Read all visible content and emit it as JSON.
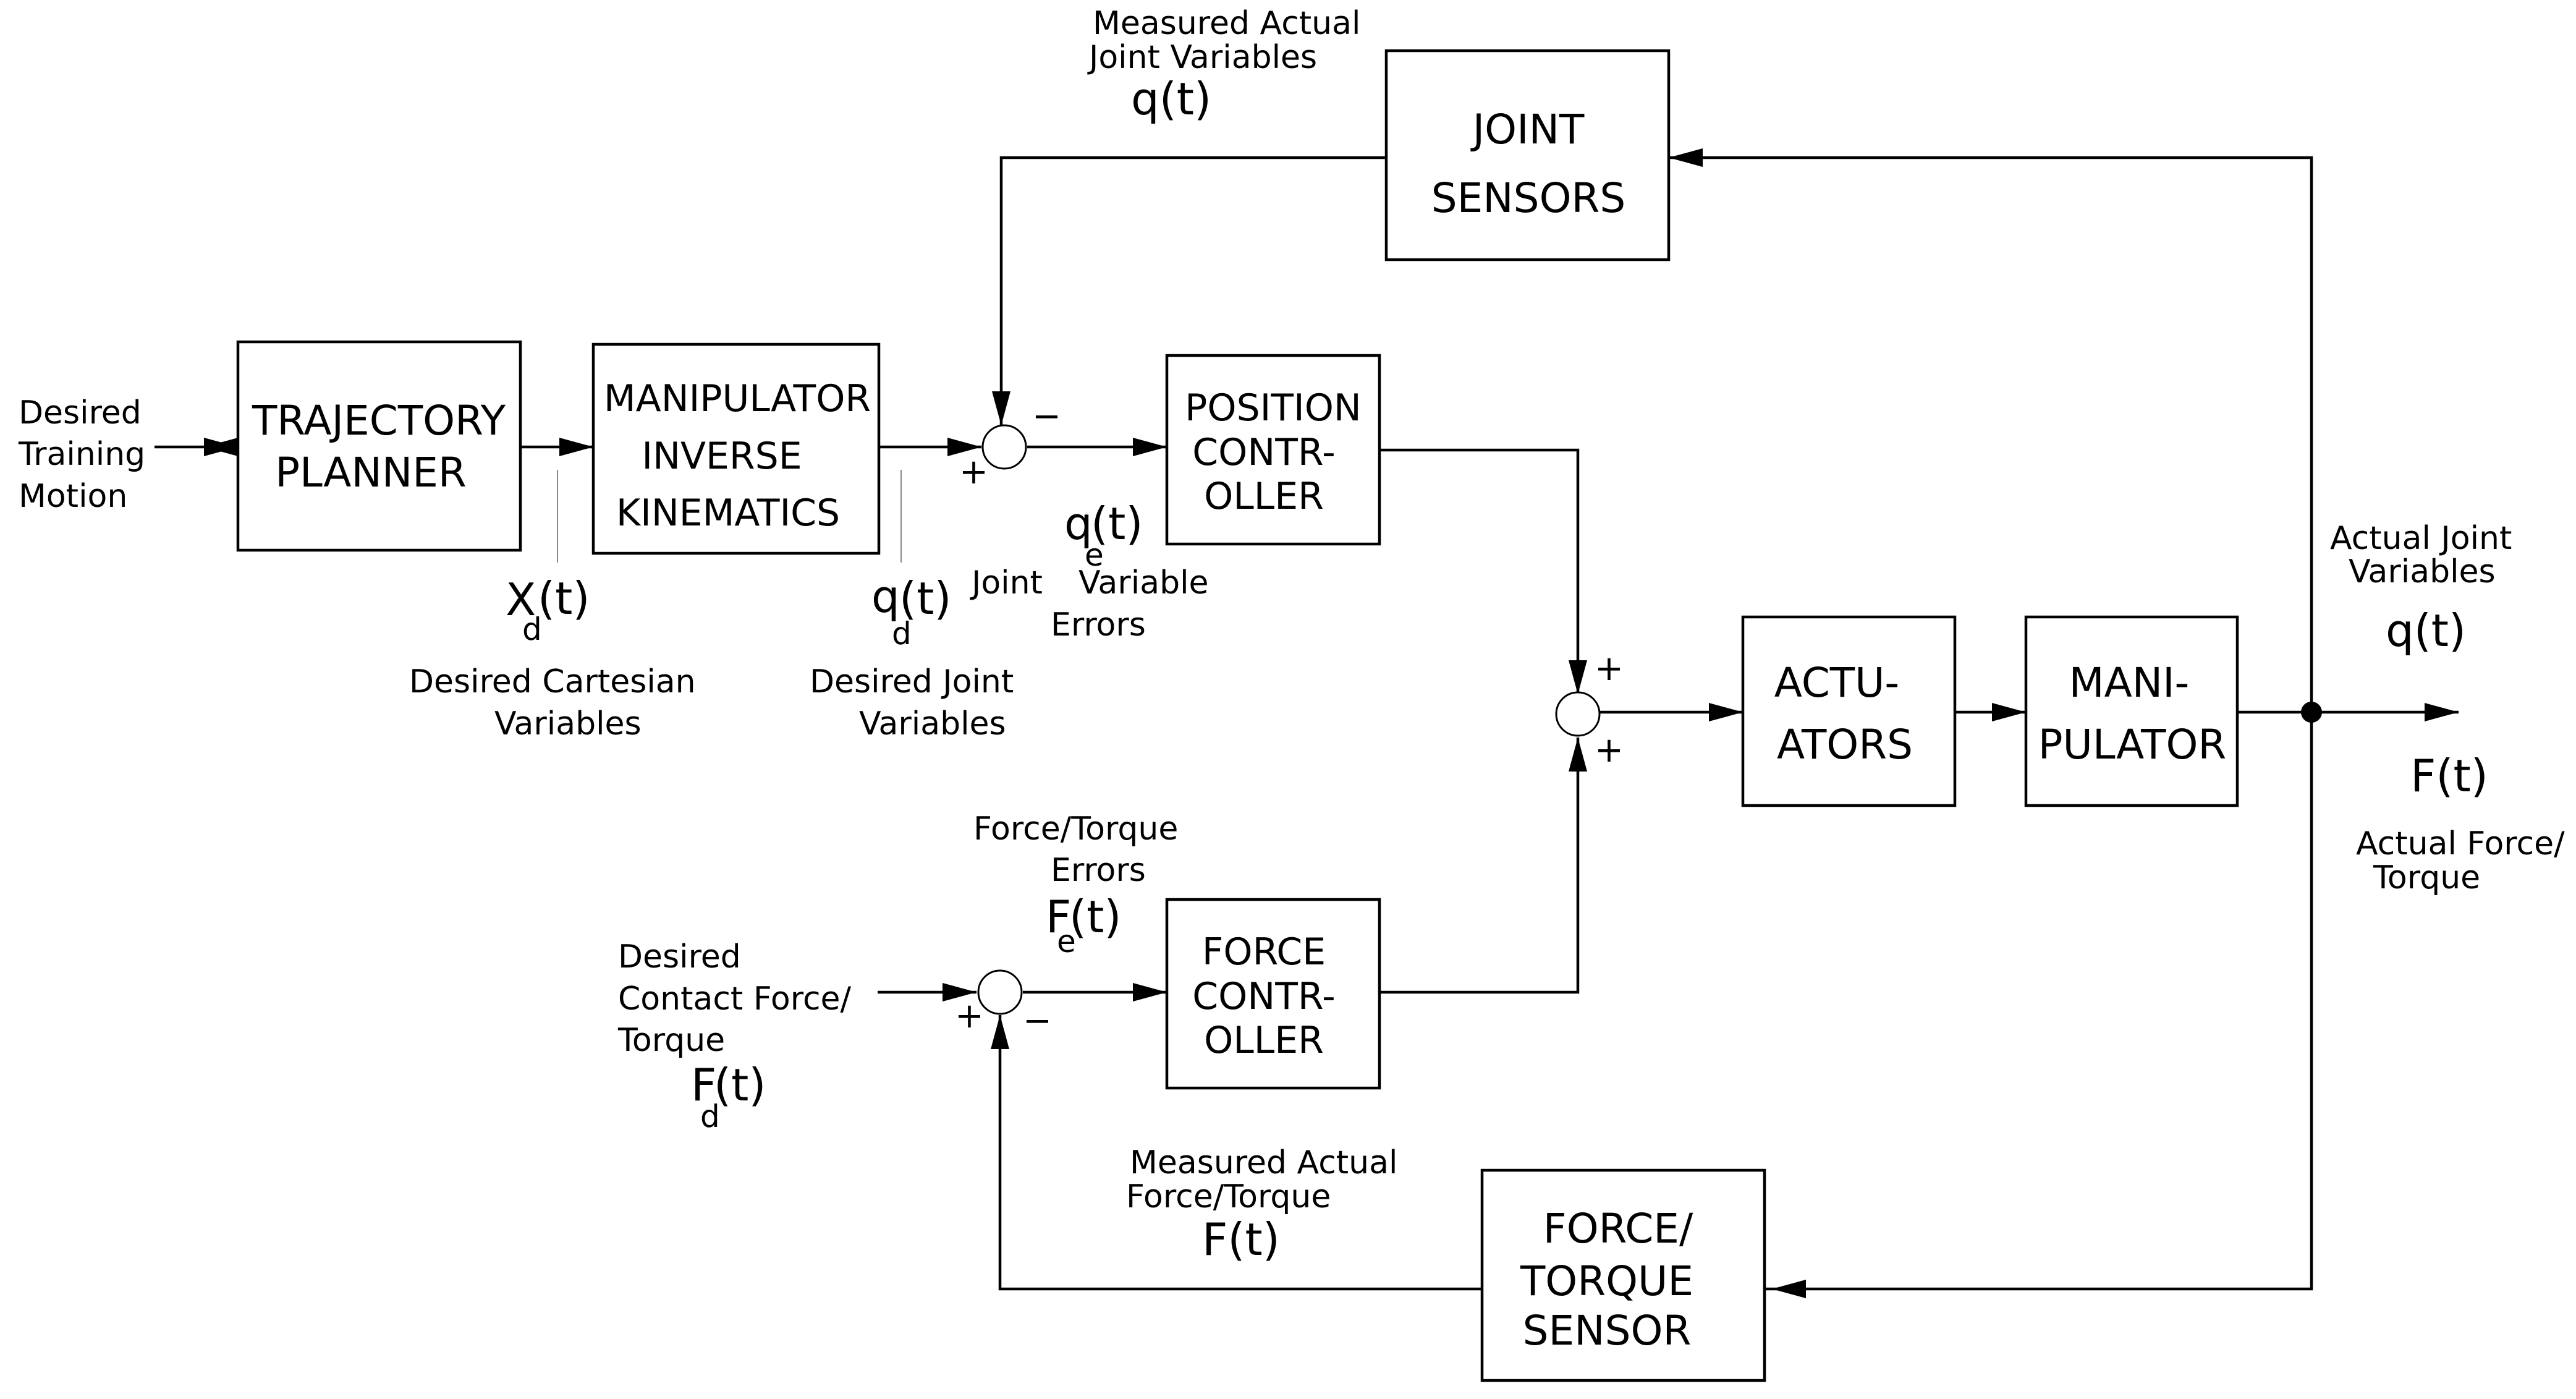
{
  "blocks": {
    "trajectory_planner": [
      "TRAJECTORY",
      "PLANNER"
    ],
    "inverse_kinematics": [
      "MANIPULATOR",
      "INVERSE",
      "KINEMATICS"
    ],
    "position_controller": [
      "POSITION",
      "CONTR-",
      "OLLER"
    ],
    "force_controller": [
      "FORCE",
      "CONTR-",
      "OLLER"
    ],
    "actuators": [
      "ACTU-",
      "ATORS"
    ],
    "manipulator": [
      "MANI-",
      "PULATOR"
    ],
    "joint_sensors": [
      "JOINT",
      "SENSORS"
    ],
    "force_torque_sensor": [
      "FORCE/",
      "TORQUE",
      "SENSOR"
    ]
  },
  "labels": {
    "desired_training_motion": [
      "Desired",
      "Training",
      "Motion"
    ],
    "measured_joint": [
      "Measured Actual",
      "Joint Variables"
    ],
    "measured_joint_symbol": "q(t)",
    "xd_symbol": "X",
    "xd_sub": "d",
    "xd_arg": "(t)",
    "desired_cartesian": [
      "Desired Cartesian",
      "Variables"
    ],
    "qd_symbol": "q",
    "qd_sub": "d",
    "qd_arg": "(t)",
    "desired_joint": [
      "Desired Joint",
      "Variables"
    ],
    "qe_symbol": "q",
    "qe_sub": "e",
    "qe_arg": "(t)",
    "joint_errors": [
      "Joint",
      "Variable",
      "Errors"
    ],
    "actual_joint": [
      "Actual Joint",
      "Variables"
    ],
    "actual_joint_symbol": "q(t)",
    "actual_force_symbol": "F(t)",
    "actual_force": [
      "Actual Force/",
      "Torque"
    ],
    "force_errors": [
      "Force/Torque",
      "Errors"
    ],
    "fe_symbol": "F",
    "fe_sub": "e",
    "fe_arg": "(t)",
    "desired_contact": [
      "Desired",
      "Contact Force/",
      "Torque"
    ],
    "fd_symbol": "F",
    "fd_sub": "d",
    "fd_arg": "(t)",
    "measured_force": [
      "Measured Actual",
      "Force/Torque"
    ],
    "measured_force_symbol": "F(t)"
  },
  "signs": {
    "plus": "+",
    "minus": "−"
  }
}
